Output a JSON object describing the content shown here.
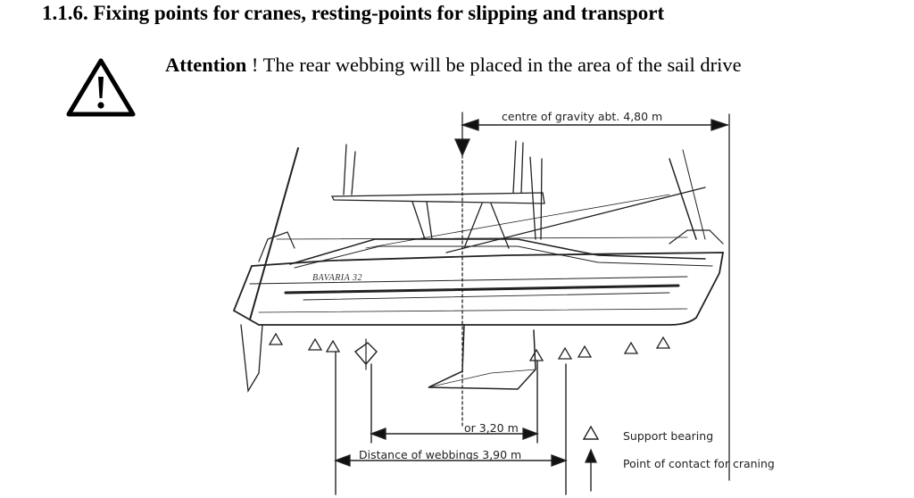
{
  "section": {
    "heading": "1.1.6. Fixing points for cranes, resting-points for slipping and transport"
  },
  "notice": {
    "icon": "warning-triangle-icon",
    "label": "Attention",
    "text": " ! The rear webbing will be placed in the area of the sail drive"
  },
  "figure": {
    "centre_of_gravity_label": "centre of gravity abt. 4,80 m",
    "hull_name": "BAVARIA 32",
    "inner_distance_label": "or 3,20 m",
    "outer_distance_label": "Distance of webbings 3,90 m",
    "legend": [
      {
        "icon": "support-bearing-triangle-icon",
        "label": "Support bearing"
      },
      {
        "icon": "crane-arrow-icon",
        "label": "Point of contact for craning"
      }
    ]
  }
}
